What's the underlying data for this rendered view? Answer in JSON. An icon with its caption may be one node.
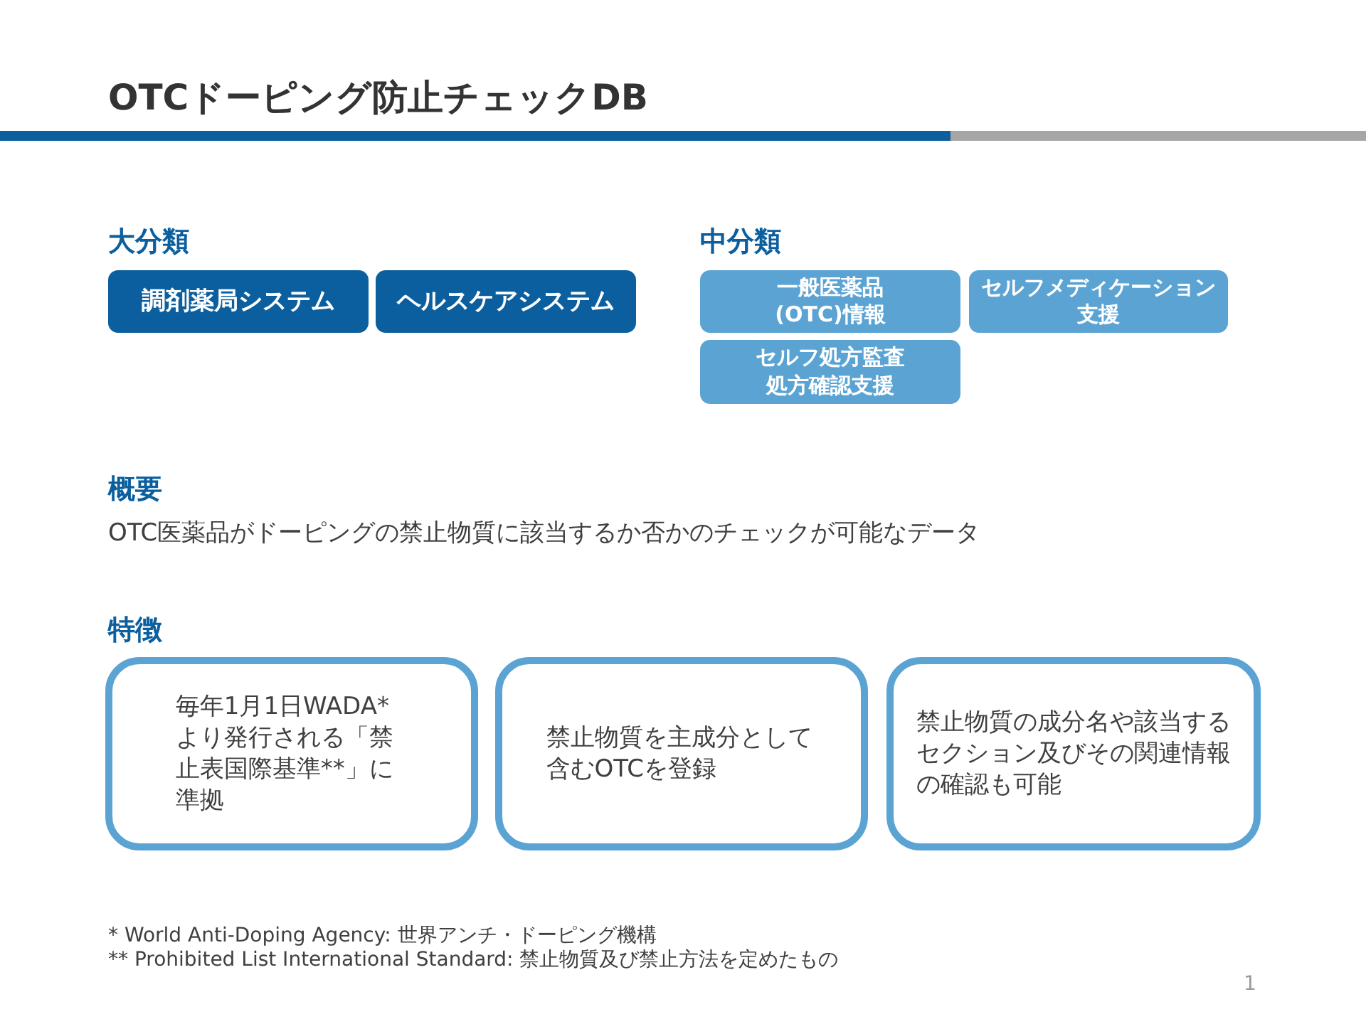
{
  "diagram": {
    "title": "OTCドーピング防止チェックDB",
    "nodes": [
      {
        "text": [
          "調剤薬局システム"
        ]
      },
      {
        "text": [
          "ヘルスケアシステム"
        ]
      },
      {
        "text": [
          "一般医薬品(OTC)情報"
        ]
      },
      {
        "text": [
          "セルフメディケーション支援"
        ]
      },
      {
        "text": [
          "セルフ処方監査処方確認支援"
        ]
      },
      {
        "text": [
          "毎年1月1日WADA*より発行される「禁止表国際基準**」に準拠"
        ]
      },
      {
        "text": [
          "禁止物質を主成分として含むOTCを登録"
        ]
      },
      {
        "text": [
          "禁止物質の成分名や該当するセクション及びその関連情報の確認も可能"
        ]
      }
    ],
    "labels": [
      "大分類",
      "中分類",
      "概要",
      "OTC医薬品がドーピングの禁止物質に該当するか否かのチェックが可能なデータ",
      "特徴",
      "* World Anti-Doping Agency:  世界アンチ・ドーピング機構",
      "** Prohibited List International Standard:  禁止物質及び禁止方法を定めたもの",
      "1"
    ]
  }
}
